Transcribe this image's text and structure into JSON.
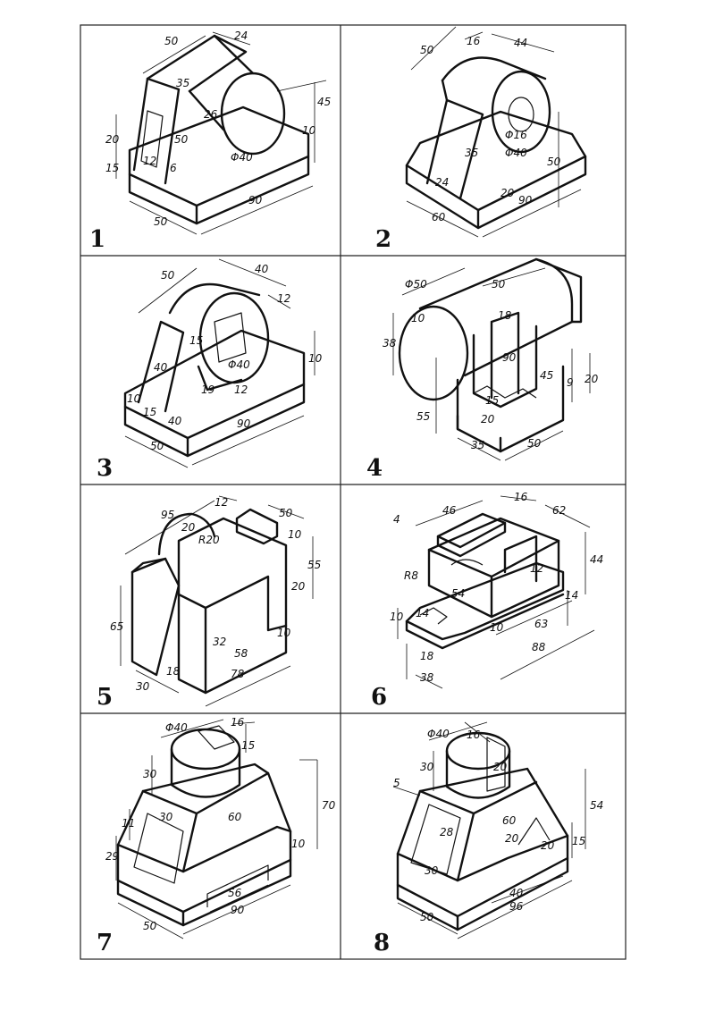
{
  "drawings": [
    {
      "number": "1",
      "dims": [
        "50",
        "24",
        "35",
        "26",
        "20",
        "50",
        "15",
        "12",
        "6",
        "Φ40",
        "45",
        "10",
        "50",
        "90"
      ]
    },
    {
      "number": "2",
      "dims": [
        "50",
        "16",
        "44",
        "35",
        "Φ16",
        "Φ40",
        "24",
        "20",
        "50",
        "60",
        "90"
      ]
    },
    {
      "number": "3",
      "dims": [
        "50",
        "40",
        "12",
        "15",
        "Φ40",
        "40",
        "10",
        "15",
        "19",
        "12",
        "40",
        "10",
        "90",
        "50"
      ]
    },
    {
      "number": "4",
      "dims": [
        "Φ50",
        "50",
        "10",
        "38",
        "18",
        "90",
        "45",
        "9",
        "20",
        "55",
        "15",
        "20",
        "35",
        "50"
      ]
    },
    {
      "number": "5",
      "dims": [
        "95",
        "12",
        "50",
        "20",
        "R20",
        "10",
        "55",
        "20",
        "65",
        "32",
        "58",
        "10",
        "30",
        "18",
        "78"
      ]
    },
    {
      "number": "6",
      "dims": [
        "46",
        "16",
        "62",
        "4",
        "44",
        "12",
        "R8",
        "54",
        "14",
        "10",
        "14",
        "10",
        "63",
        "88",
        "18",
        "38"
      ]
    },
    {
      "number": "7",
      "dims": [
        "Φ40",
        "16",
        "15",
        "30",
        "11",
        "30",
        "60",
        "70",
        "29",
        "10",
        "56",
        "90",
        "50"
      ]
    },
    {
      "number": "8",
      "dims": [
        "Φ40",
        "16",
        "30",
        "20",
        "5",
        "60",
        "28",
        "20",
        "54",
        "15",
        "20",
        "30",
        "40",
        "96",
        "50"
      ]
    }
  ]
}
